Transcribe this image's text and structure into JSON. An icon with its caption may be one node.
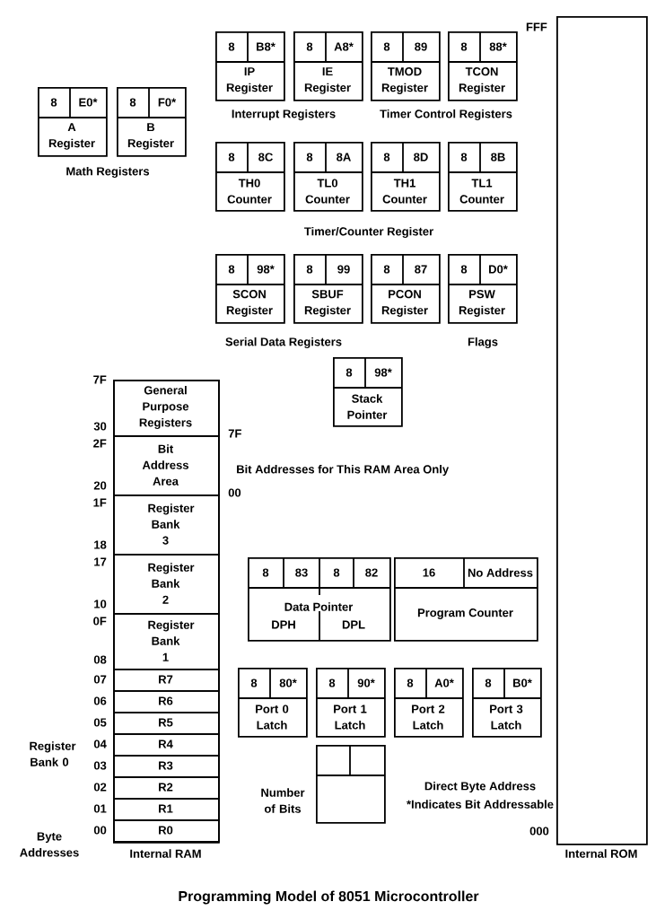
{
  "diagram": {
    "caption": "Programming Model of 8051 Microcontroller",
    "nodes": [
      {
        "text": [
          "8",
          "E0*",
          "A Register"
        ]
      },
      {
        "text": [
          "8",
          "F0*",
          "B Register"
        ]
      },
      {
        "text": [
          "8",
          "B8*",
          "IP Register"
        ]
      },
      {
        "text": [
          "8",
          "A8*",
          "IE Register"
        ]
      },
      {
        "text": [
          "8",
          "89",
          "TMOD Register"
        ]
      },
      {
        "text": [
          "8",
          "88*",
          "TCON Register"
        ]
      },
      {
        "text": [
          "8",
          "8C",
          "TH0 Counter"
        ]
      },
      {
        "text": [
          "8",
          "8A",
          "TL0 Counter"
        ]
      },
      {
        "text": [
          "8",
          "8D",
          "TH1 Counter"
        ]
      },
      {
        "text": [
          "8",
          "8B",
          "TL1 Counter"
        ]
      },
      {
        "text": [
          "8",
          "98*",
          "SCON Register"
        ]
      },
      {
        "text": [
          "8",
          "99",
          "SBUF Register"
        ]
      },
      {
        "text": [
          "8",
          "87",
          "PCON Register"
        ]
      },
      {
        "text": [
          "8",
          "D0*",
          "PSW Register"
        ]
      },
      {
        "text": [
          "8",
          "98*",
          "Stack Pointer"
        ]
      },
      {
        "text": [
          "Internal RAM"
        ]
      },
      {
        "text": [
          "General Purpose Registers"
        ],
        "in": 15,
        "beside": [
          "7F",
          "30"
        ]
      },
      {
        "text": [
          "Bit Address Area"
        ],
        "in": 15,
        "beside": [
          "2F",
          "20"
        ]
      },
      {
        "text": [
          "Register Bank 3"
        ],
        "in": 15,
        "beside": [
          "1F",
          "18"
        ]
      },
      {
        "text": [
          "Register Bank 2"
        ],
        "in": 15,
        "beside": [
          "17",
          "10"
        ]
      },
      {
        "text": [
          "Register Bank 1"
        ],
        "in": 15,
        "beside": [
          "0F",
          "08"
        ]
      },
      {
        "text": [
          "R7"
        ],
        "in": 15,
        "beside": [
          "07"
        ]
      },
      {
        "text": [
          "R6"
        ],
        "in": 15,
        "beside": [
          "06"
        ]
      },
      {
        "text": [
          "R5"
        ],
        "in": 15,
        "beside": [
          "05"
        ]
      },
      {
        "text": [
          "R4"
        ],
        "in": 15,
        "beside": [
          "04"
        ]
      },
      {
        "text": [
          "R3"
        ],
        "in": 15,
        "beside": [
          "03"
        ]
      },
      {
        "text": [
          "R2"
        ],
        "in": 15,
        "beside": [
          "02"
        ]
      },
      {
        "text": [
          "R1"
        ],
        "in": 15,
        "beside": [
          "01"
        ]
      },
      {
        "text": [
          "R0"
        ],
        "in": 15,
        "beside": [
          "00"
        ]
      },
      {
        "text": [
          "8",
          "83",
          "8",
          "82",
          "Data Pointer",
          "DPH",
          "DPL"
        ]
      },
      {
        "text": [
          "16",
          "No Address",
          "Program Counter"
        ]
      },
      {
        "text": [
          "8",
          "80*",
          "Port 0 Latch"
        ]
      },
      {
        "text": [
          "8",
          "90*",
          "Port 1 Latch"
        ]
      },
      {
        "text": [
          "8",
          "A0*",
          "Port 2 Latch"
        ]
      },
      {
        "text": [
          "8",
          "B0*",
          "Port 3 Latch"
        ]
      },
      {
        "text": [],
        "shape": "box",
        "beside": [
          "Number of Bits",
          "Direct Byte Address",
          "*Indicates Bit Addressable"
        ]
      },
      {
        "text": [
          "Internal ROM"
        ],
        "beside": [
          "FFF",
          "000"
        ]
      }
    ],
    "labels": [
      "Math Registers",
      "Interrupt Registers",
      "Timer Control Registers",
      "Timer/Counter Register",
      "Serial Data Registers",
      "Flags",
      "7F",
      "Bit Addresses for This RAM Area Only",
      "00",
      "Register Bank 0",
      "Byte Addresses"
    ]
  }
}
